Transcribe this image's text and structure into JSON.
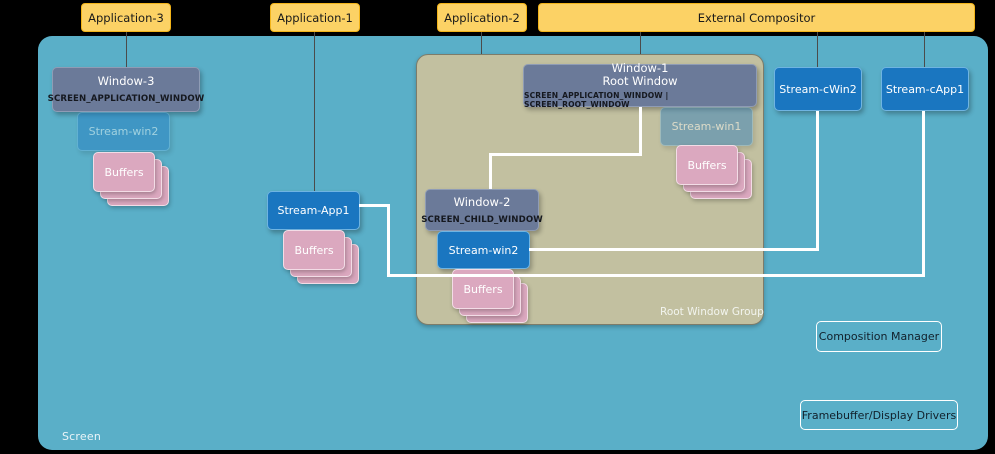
{
  "diagram": {
    "title": "Screen graphics architecture with external compositor",
    "colors": {
      "screen_bg": "#5aafc8",
      "app_bar": "#fcd265",
      "window_box": "#6b7a99",
      "stream_box": "#1a76c0",
      "buffer_box": "#dba8bf",
      "root_group_bg": "#c2c0a0",
      "connector_grey": "#4b4b4b",
      "connector_white": "#ffffff"
    }
  },
  "top_bars": [
    {
      "id": "application-3",
      "label": "Application-3"
    },
    {
      "id": "application-1",
      "label": "Application-1"
    },
    {
      "id": "application-2",
      "label": "Application-2"
    },
    {
      "id": "external-compositor",
      "label": "External Compositor"
    }
  ],
  "screen": {
    "label": "Screen"
  },
  "root_window_group": {
    "label": "Root Window Group"
  },
  "windows": [
    {
      "id": "window-3",
      "title": "Window-3",
      "type": "SCREEN_APPLICATION_WINDOW"
    },
    {
      "id": "window-1",
      "title_line1": "Window-1",
      "title_line2": "Root Window",
      "type": "SCREEN_APPLICATION_WINDOW | SCREEN_ROOT_WINDOW"
    },
    {
      "id": "window-2",
      "title": "Window-2",
      "type": "SCREEN_CHILD_WINDOW"
    }
  ],
  "streams": [
    {
      "id": "stream-win2-ghost",
      "label": "Stream-win2",
      "state": "inactive"
    },
    {
      "id": "stream-win1-ghost",
      "label": "Stream-win1",
      "state": "inactive"
    },
    {
      "id": "stream-app1",
      "label": "Stream-App1",
      "state": "active"
    },
    {
      "id": "stream-win2",
      "label": "Stream-win2",
      "state": "active"
    },
    {
      "id": "stream-cwin2",
      "label": "Stream-cWin2",
      "state": "active"
    },
    {
      "id": "stream-capp1",
      "label": "Stream-cApp1",
      "state": "active"
    }
  ],
  "buffers": [
    {
      "id": "buffers-win3",
      "label": "Buffers"
    },
    {
      "id": "buffers-win1",
      "label": "Buffers"
    },
    {
      "id": "buffers-app1",
      "label": "Buffers"
    },
    {
      "id": "buffers-win2",
      "label": "Buffers"
    }
  ],
  "services": [
    {
      "id": "composition-manager",
      "label": "Composition Manager"
    },
    {
      "id": "framebuffer-display-drivers",
      "label": "Framebuffer/Display Drivers"
    }
  ]
}
